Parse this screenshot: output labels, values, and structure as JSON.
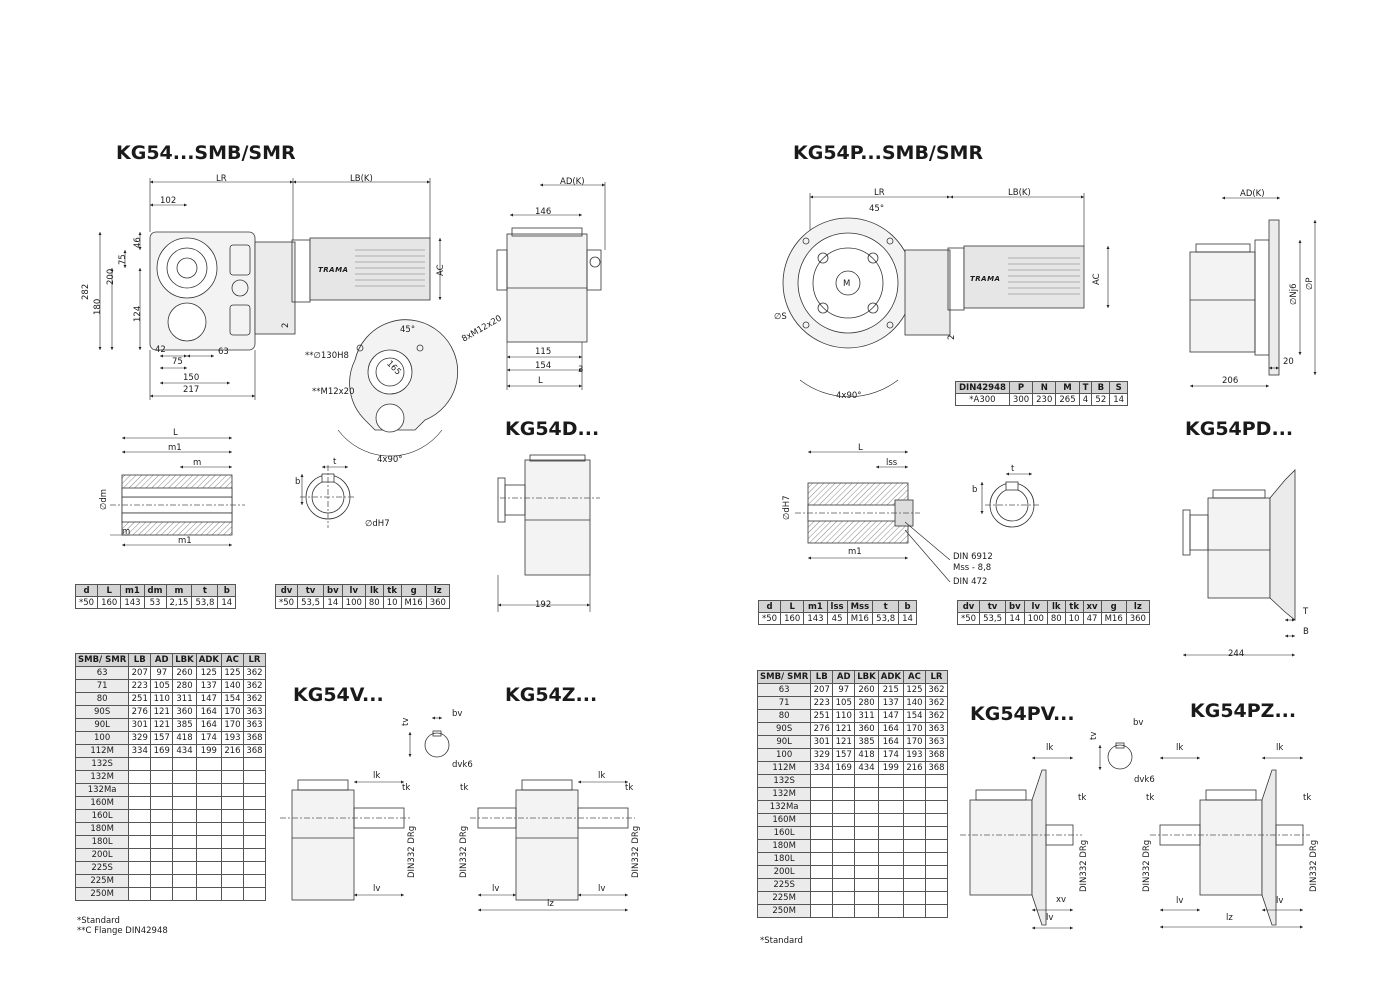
{
  "titles": {
    "left_main": "KG54...SMB/SMR",
    "right_main": "KG54P...SMB/SMR",
    "left_d": "KG54D...",
    "right_pd": "KG54PD...",
    "left_v": "KG54V...",
    "left_z": "KG54Z...",
    "right_pv": "KG54PV...",
    "right_pz": "KG54PZ..."
  },
  "brand": "TRAMA",
  "left_dims": {
    "LR": "LR",
    "LBK": "LB(K)",
    "ADK": "AD(K)",
    "AC": "AC",
    "d102": "102",
    "d282": "282",
    "d180": "180",
    "d200": "200",
    "d75v": "75",
    "d46": "46",
    "d124": "124",
    "d42": "42",
    "d75h": "75",
    "d63": "63",
    "d150": "150",
    "d217": "217",
    "d2": "2",
    "d146": "146",
    "d115": "115",
    "d154": "154",
    "L": "L",
    "d3": "3",
    "thread": "8xM12x20",
    "ang45": "45°",
    "flange": "**∅130H8",
    "d165": "165",
    "m12": "**M12x20",
    "ang4x90": "4x90°"
  },
  "left_shaft": {
    "L": "L",
    "m1": "m1",
    "m": "m",
    "dm": "∅dm",
    "m2": "m",
    "m1b": "m1",
    "t": "t",
    "b": "b",
    "dH7": "∅dH7",
    "d192": "192"
  },
  "left_table1": {
    "headers": [
      "d",
      "L",
      "m1",
      "dm",
      "m",
      "t",
      "b"
    ],
    "row": [
      "*50",
      "160",
      "143",
      "53",
      "2,15",
      "53,8",
      "14"
    ]
  },
  "left_table2": {
    "headers": [
      "dv",
      "tv",
      "bv",
      "lv",
      "lk",
      "tk",
      "g",
      "lz"
    ],
    "row": [
      "*50",
      "53,5",
      "14",
      "100",
      "80",
      "10",
      "M16",
      "360"
    ]
  },
  "left_motor_table": {
    "headers": [
      "SMB/ SMR",
      "LB",
      "AD",
      "LBK",
      "ADK",
      "AC",
      "LR"
    ],
    "rows": [
      [
        "63",
        "207",
        "97",
        "260",
        "125",
        "125",
        "362"
      ],
      [
        "71",
        "223",
        "105",
        "280",
        "137",
        "140",
        "362"
      ],
      [
        "80",
        "251",
        "110",
        "311",
        "147",
        "154",
        "362"
      ],
      [
        "90S",
        "276",
        "121",
        "360",
        "164",
        "170",
        "363"
      ],
      [
        "90L",
        "301",
        "121",
        "385",
        "164",
        "170",
        "363"
      ],
      [
        "100",
        "329",
        "157",
        "418",
        "174",
        "193",
        "368"
      ],
      [
        "112M",
        "334",
        "169",
        "434",
        "199",
        "216",
        "368"
      ],
      [
        "132S",
        "",
        "",
        "",
        "",
        "",
        ""
      ],
      [
        "132M",
        "",
        "",
        "",
        "",
        "",
        ""
      ],
      [
        "132Ma",
        "",
        "",
        "",
        "",
        "",
        ""
      ],
      [
        "160M",
        "",
        "",
        "",
        "",
        "",
        ""
      ],
      [
        "160L",
        "",
        "",
        "",
        "",
        "",
        ""
      ],
      [
        "180M",
        "",
        "",
        "",
        "",
        "",
        ""
      ],
      [
        "180L",
        "",
        "",
        "",
        "",
        "",
        ""
      ],
      [
        "200L",
        "",
        "",
        "",
        "",
        "",
        ""
      ],
      [
        "225S",
        "",
        "",
        "",
        "",
        "",
        ""
      ],
      [
        "225M",
        "",
        "",
        "",
        "",
        "",
        ""
      ],
      [
        "250M",
        "",
        "",
        "",
        "",
        "",
        ""
      ]
    ],
    "note1": "*Standard",
    "note2": "**C Flange DIN42948"
  },
  "left_vz": {
    "tv": "tv",
    "bv": "bv",
    "dvk6": "dvk6",
    "lk": "lk",
    "tk": "tk",
    "din": "DIN332 DRg",
    "lv": "lv",
    "lz": "lz"
  },
  "right_dims": {
    "LR": "LR",
    "LBK": "LB(K)",
    "ADK": "AD(K)",
    "AC": "AC",
    "ang45": "45°",
    "S": "∅S",
    "M": "M",
    "ang4x90": "4x90°",
    "d2": "2",
    "Nj6": "∅Nj6",
    "P": "∅P",
    "d20": "20",
    "d206": "206"
  },
  "right_flange_table": {
    "headers": [
      "DIN42948",
      "P",
      "N",
      "M",
      "T",
      "B",
      "S"
    ],
    "row": [
      "*A300",
      "300",
      "230",
      "265",
      "4",
      "52",
      "14"
    ]
  },
  "right_shaft": {
    "L": "L",
    "lss": "lss",
    "dH7": "∅dH7",
    "m1": "m1",
    "t": "t",
    "b": "b",
    "din6912": "DIN 6912",
    "mss": "Mss - 8,8",
    "din472": "DIN 472",
    "T": "T",
    "B": "B",
    "d244": "244"
  },
  "right_table1": {
    "headers": [
      "d",
      "L",
      "m1",
      "lss",
      "Mss",
      "t",
      "b"
    ],
    "row": [
      "*50",
      "160",
      "143",
      "45",
      "M16",
      "53,8",
      "14"
    ]
  },
  "right_table2": {
    "headers": [
      "dv",
      "tv",
      "bv",
      "lv",
      "lk",
      "tk",
      "xv",
      "g",
      "lz"
    ],
    "row": [
      "*50",
      "53,5",
      "14",
      "100",
      "80",
      "10",
      "47",
      "M16",
      "360"
    ]
  },
  "right_motor_table": {
    "headers": [
      "SMB/ SMR",
      "LB",
      "AD",
      "LBK",
      "ADK",
      "AC",
      "LR"
    ],
    "rows": [
      [
        "63",
        "207",
        "97",
        "260",
        "215",
        "125",
        "362"
      ],
      [
        "71",
        "223",
        "105",
        "280",
        "137",
        "140",
        "362"
      ],
      [
        "80",
        "251",
        "110",
        "311",
        "147",
        "154",
        "362"
      ],
      [
        "90S",
        "276",
        "121",
        "360",
        "164",
        "170",
        "363"
      ],
      [
        "90L",
        "301",
        "121",
        "385",
        "164",
        "170",
        "363"
      ],
      [
        "100",
        "329",
        "157",
        "418",
        "174",
        "193",
        "368"
      ],
      [
        "112M",
        "334",
        "169",
        "434",
        "199",
        "216",
        "368"
      ],
      [
        "132S",
        "",
        "",
        "",
        "",
        "",
        ""
      ],
      [
        "132M",
        "",
        "",
        "",
        "",
        "",
        ""
      ],
      [
        "132Ma",
        "",
        "",
        "",
        "",
        "",
        ""
      ],
      [
        "160M",
        "",
        "",
        "",
        "",
        "",
        ""
      ],
      [
        "160L",
        "",
        "",
        "",
        "",
        "",
        ""
      ],
      [
        "180M",
        "",
        "",
        "",
        "",
        "",
        ""
      ],
      [
        "180L",
        "",
        "",
        "",
        "",
        "",
        ""
      ],
      [
        "200L",
        "",
        "",
        "",
        "",
        "",
        ""
      ],
      [
        "225S",
        "",
        "",
        "",
        "",
        "",
        ""
      ],
      [
        "225M",
        "",
        "",
        "",
        "",
        "",
        ""
      ],
      [
        "250M",
        "",
        "",
        "",
        "",
        "",
        ""
      ]
    ],
    "note1": "*Standard"
  },
  "right_pvz": {
    "tv": "tv",
    "bv": "bv",
    "dvk6": "dvk6",
    "lk": "lk",
    "tk": "tk",
    "din": "DIN332 DRg",
    "lv": "lv",
    "xv": "xv",
    "lz": "lz"
  }
}
